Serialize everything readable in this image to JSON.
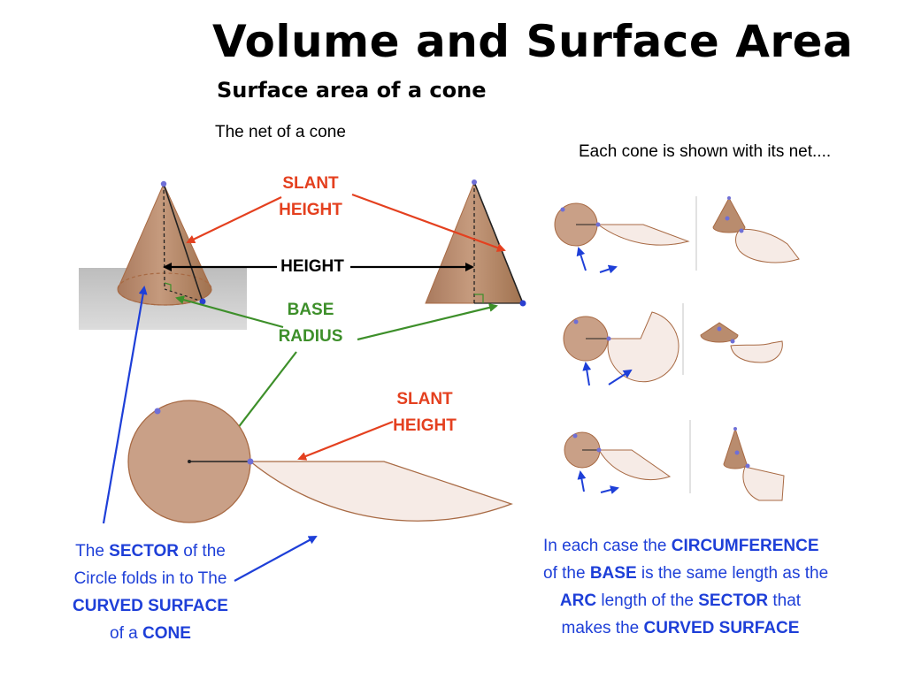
{
  "title": "Volume and Surface Area",
  "subtitle": "Surface area of a cone",
  "net_caption": "The net of a cone",
  "each_cone_caption": "Each cone is shown with its net....",
  "labels": {
    "slant_height_1": "SLANT",
    "slant_height_2": "HEIGHT",
    "height": "HEIGHT",
    "base_radius_1": "BASE",
    "base_radius_2": "RADIUS"
  },
  "left_note": {
    "l1a": "The ",
    "l1b": "SECTOR",
    "l1c": " of the",
    "l2": "Circle folds in to The",
    "l3": "CURVED SURFACE",
    "l4a": "of a ",
    "l4b": "CONE"
  },
  "right_note": {
    "l1a": "In each case the ",
    "l1b": "CIRCUMFERENCE",
    "l2a": "of the ",
    "l2b": "BASE",
    "l2c": " is the same length as the",
    "l3a": "ARC",
    "l3b": " length of the ",
    "l3c": "SECTOR",
    "l3d": " that",
    "l4a": "makes the ",
    "l4b": "CURVED SURFACE"
  },
  "colors": {
    "cone_fill": "#b98c6e",
    "net_circle_fill": "#c9a087",
    "sector_fill": "#f6ebe6",
    "outline": "#a86a44",
    "red_arrow": "#e4401f",
    "green_arrow": "#3d8f2a",
    "blue_arrow": "#1e3fd8"
  }
}
